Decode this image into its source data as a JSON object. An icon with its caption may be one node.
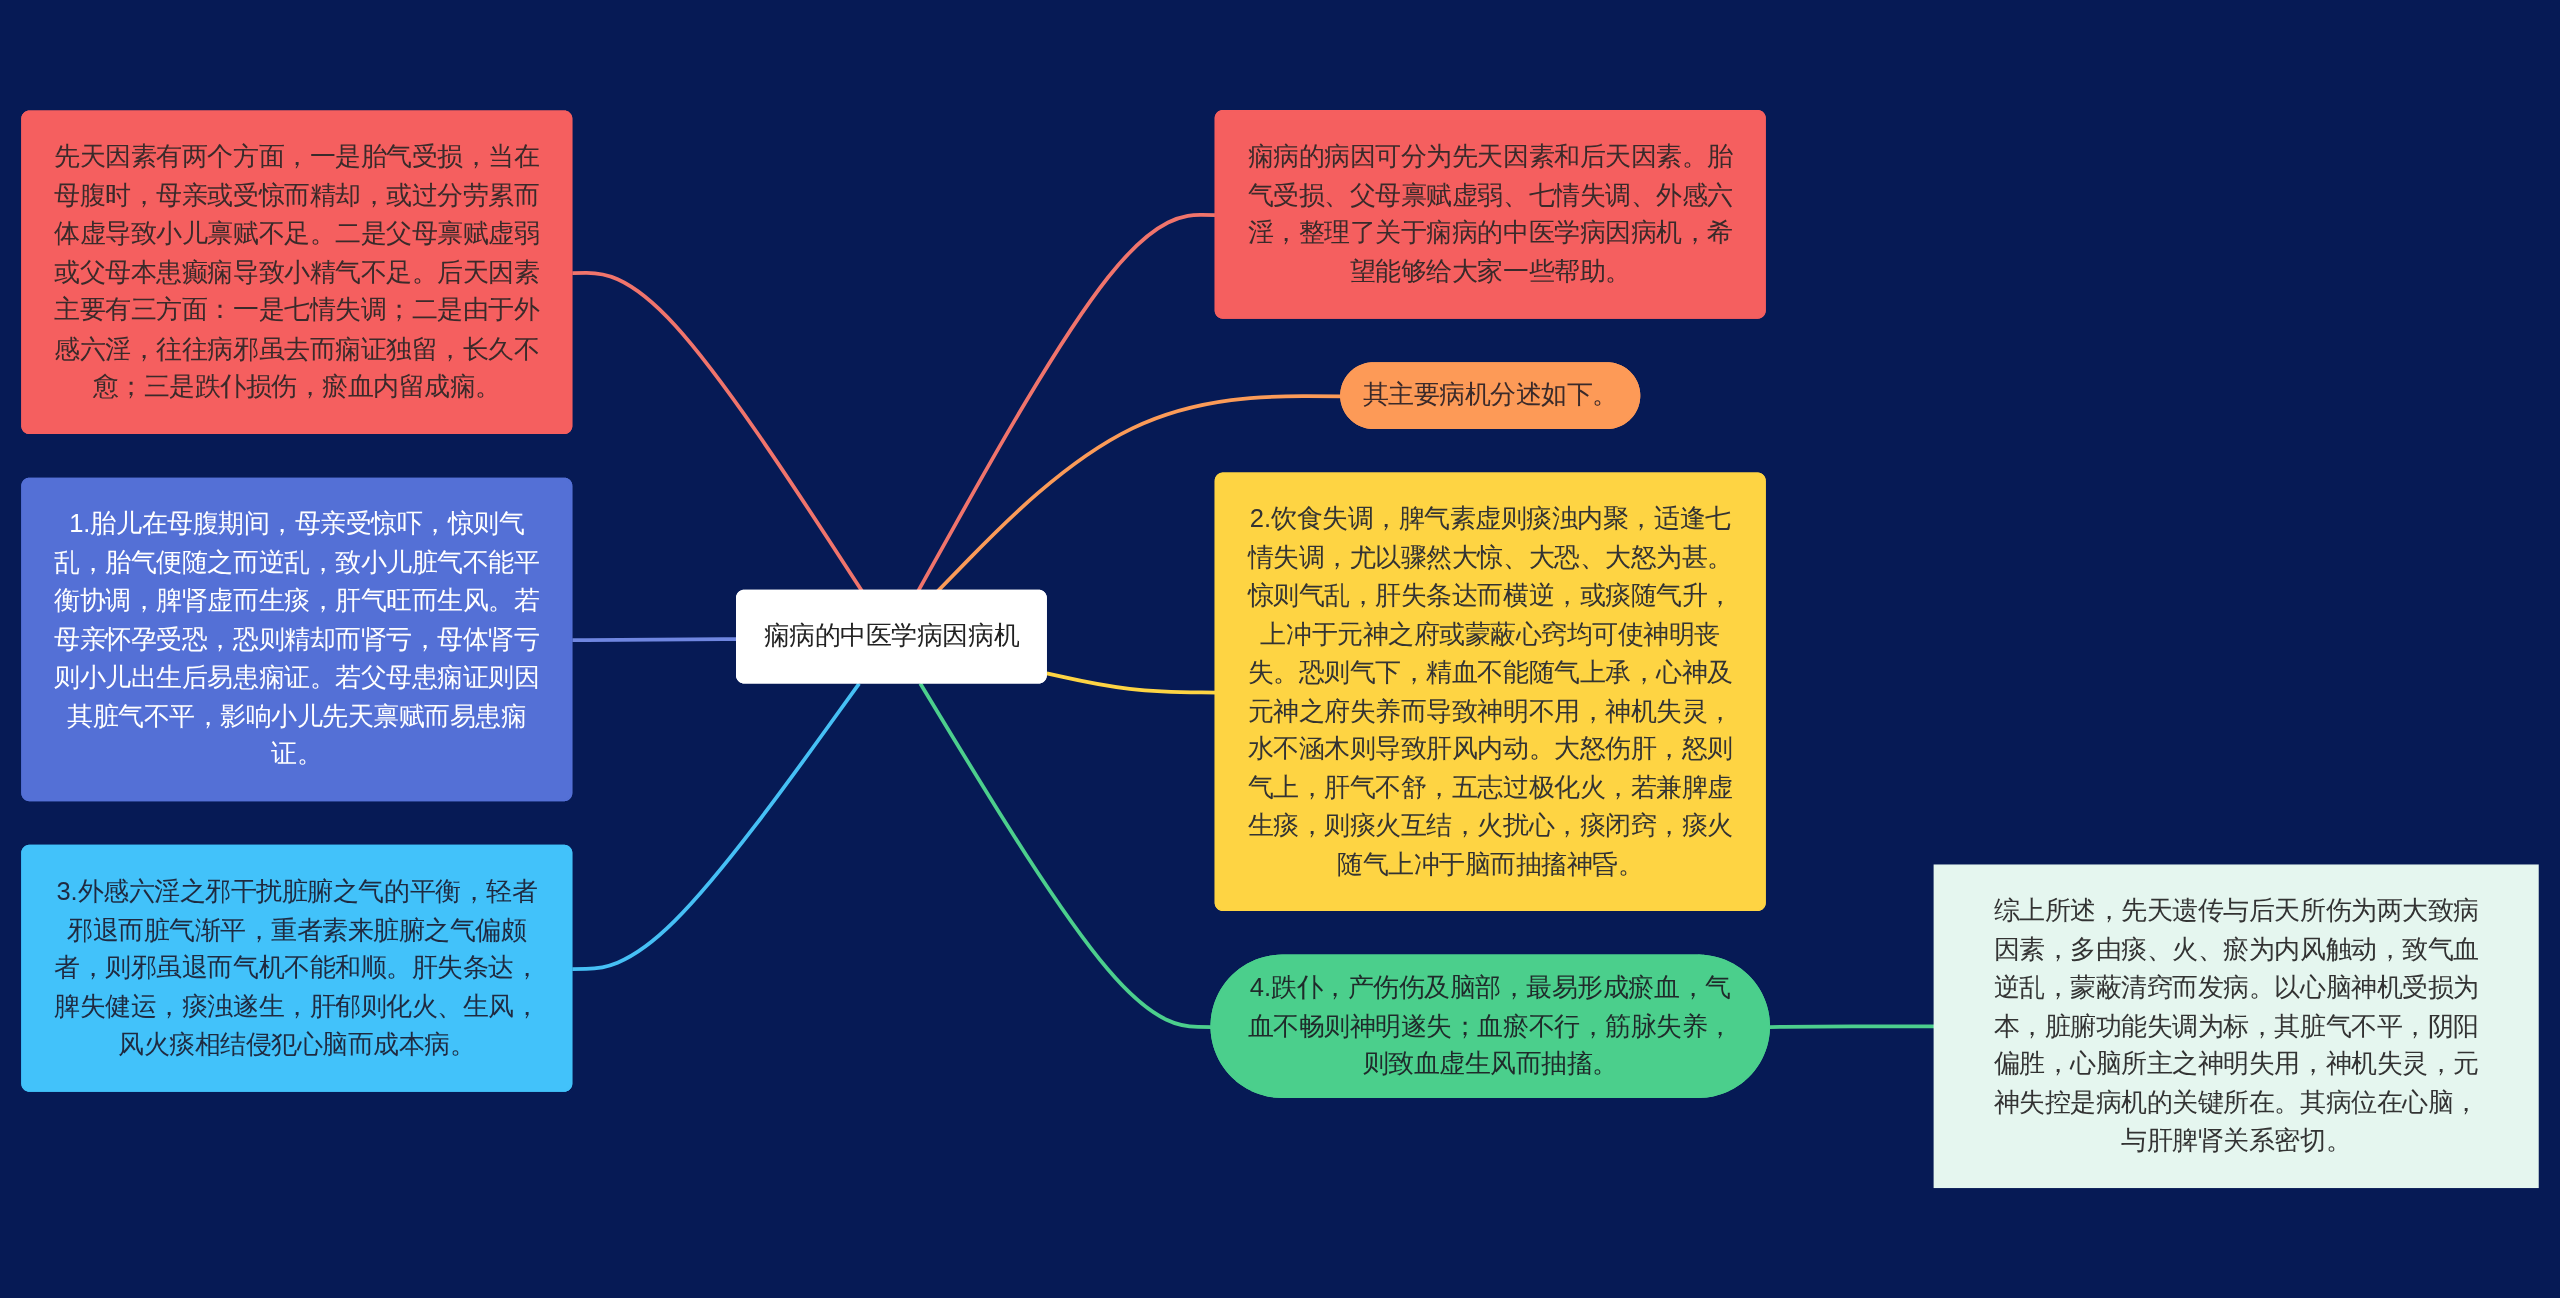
{
  "diagram": {
    "nodes": [
      {
        "text": [
          "痫病的中医学病因病机"
        ]
      },
      {
        "text": [
          "先天因素有两个方面，一是胎气受损，当在母腹时，母亲或受惊而精却，或过分劳累而体虚导致小儿禀赋不足。二是父母禀赋虚弱或父母本患癫痫导致小精气不足。后天因素主要有三方面：一是七情失调；二是由于外感六淫，往往病邪虽去而痫证独留，长久不愈；三是跌仆损伤，瘀血内留成痫。"
        ]
      },
      {
        "text": [
          "1.胎儿在母腹期间，母亲受惊吓，惊则气乱，胎气便随之而逆乱，致小儿脏气不能平衡协调，脾肾虚而生痰，肝气旺而生风。若母亲怀孕受恐，恐则精却而肾亏，母体肾亏则小儿出生后易患痫证。若父母患痫证则因其脏气不平，影响小儿先天禀赋而易患痫证。"
        ]
      },
      {
        "text": [
          "3.外感六淫之邪干扰脏腑之气的平衡，轻者邪退而脏气渐平，重者素来脏腑之气偏颇者，则邪虽退而气机不能和顺。肝失条达，脾失健运，痰浊遂生，肝郁则化火、生风，风火痰相结侵犯心脑而成本病。"
        ]
      },
      {
        "text": [
          "痫病的病因可分为先天因素和后天因素。胎气受损、父母禀赋虚弱、七情失调、外感六淫，整理了关于痫病的中医学病因病机，希望能够给大家一些帮助。"
        ]
      },
      {
        "text": [
          "其主要病机分述如下。"
        ]
      },
      {
        "text": [
          "2.饮食失调，脾气素虚则痰浊内聚，适逢七情失调，尤以骤然大惊、大恐、大怒为甚。惊则气乱，肝失条达而横逆，或痰随气升，上冲于元神之府或蒙蔽心窍均可使神明丧失。恐则气下，精血不能随气上承，心神及元神之府失养而导致神明不用，神机失灵，水不涵木则导致肝风内动。大怒伤肝，怒则气上，肝气不舒，五志过极化火，若兼脾虚生痰，则痰火互结，火扰心，痰闭窍，痰火随气上冲于脑而抽搐神昏。"
        ]
      },
      {
        "text": [
          "4.跌仆，产伤伤及脑部，最易形成瘀血，气血不畅则神明遂失；血瘀不行，筋脉失养，则致血虚生风而抽搐。"
        ]
      },
      {
        "text": [
          "综上所述，先天遗传与后天所伤为两大致病因素，多由痰、火、瘀为内风触动，致气血逆乱，蒙蔽清窍而发病。以心脑神机受损为本，脏腑功能失调为标，其脏气不平，阴阳偏胜，心脑所主之神明失用，神机失灵，元神失控是病机的关键所在。其病位在心脑，与肝脾肾关系密切。"
        ]
      }
    ],
    "edges": [
      {
        "from": 1,
        "to": 0,
        "arrow": "none",
        "color": "#f0746c"
      },
      {
        "from": 2,
        "to": 0,
        "arrow": "none",
        "color": "#6f86e0"
      },
      {
        "from": 3,
        "to": 0,
        "arrow": "none",
        "color": "#46c0f5"
      },
      {
        "from": 0,
        "to": 4,
        "arrow": "none",
        "color": "#f0746c"
      },
      {
        "from": 0,
        "to": 5,
        "arrow": "none",
        "color": "#fb9b58"
      },
      {
        "from": 0,
        "to": 6,
        "arrow": "none",
        "color": "#fdd444"
      },
      {
        "from": 0,
        "to": 7,
        "arrow": "none",
        "color": "#4ccf8d"
      },
      {
        "from": 7,
        "to": 8,
        "arrow": "none",
        "color": "#4ccf8d"
      }
    ]
  }
}
